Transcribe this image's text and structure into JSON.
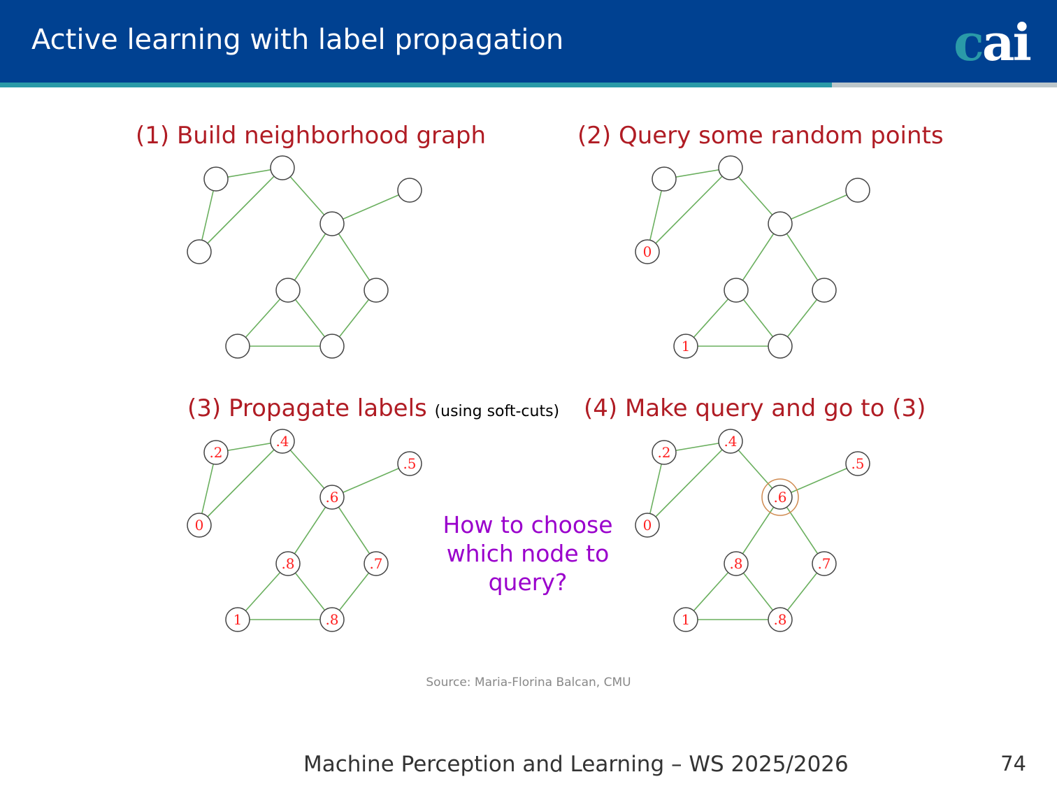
{
  "header": {
    "title": "Active learning with label propagation",
    "logo": "cai",
    "logo_c": "c",
    "logo_ai": "ai"
  },
  "panels": [
    {
      "title": "(1) Build neighborhood graph",
      "note": "",
      "labels": [
        "",
        "",
        "",
        "",
        "",
        "",
        "",
        "",
        ""
      ],
      "highlight": false
    },
    {
      "title": "(2) Query some random points",
      "note": "",
      "labels": [
        "",
        "",
        "0",
        "",
        "",
        "",
        "",
        "1",
        ""
      ],
      "highlight": false
    },
    {
      "title": "(3) Propagate labels",
      "note": "(using soft-cuts)",
      "labels": [
        ".2",
        ".4",
        "0",
        ".6",
        ".5",
        ".8",
        ".7",
        "1",
        ".8"
      ],
      "highlight": false
    },
    {
      "title": "(4) Make query and go to (3)",
      "note": "",
      "labels": [
        ".2",
        ".4",
        "0",
        ".6",
        ".5",
        ".8",
        ".7",
        "1",
        ".8"
      ],
      "highlight": true
    }
  ],
  "question": "How to choose which node to query?",
  "source": "Source:  Maria-Florina Balcan, CMU",
  "footer": {
    "course": "Machine Perception and Learning – WS 2025/2026",
    "page": "74"
  },
  "colors": {
    "header": "#004191",
    "accent": "#2a9aa8",
    "edge": "#6aaf5e",
    "label": "#ff2020",
    "highlight": "#d08a50",
    "title": "#b01c24",
    "question": "#9a00cc"
  }
}
